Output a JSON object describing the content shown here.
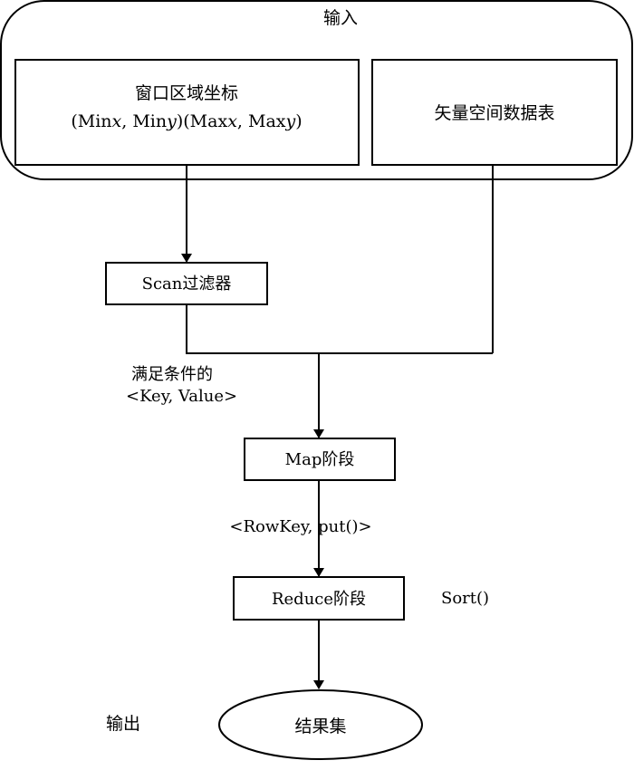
{
  "input_group": {
    "label": "输入"
  },
  "window_box": {
    "line1": "窗口区域坐标",
    "line2_parts": [
      "(Min",
      "x",
      ", Min",
      "y",
      ")(Max",
      "x",
      ", Max",
      "y",
      ")"
    ]
  },
  "table_box": {
    "label": "矢量空间数据表"
  },
  "scan_box": {
    "label": "Scan过滤器"
  },
  "filter_output": {
    "line1": "满足条件的",
    "line2": "<Key, Value>"
  },
  "map_box": {
    "label": "Map阶段"
  },
  "map_output": {
    "label": "<RowKey, put()>"
  },
  "reduce_box": {
    "label": "Reduce阶段"
  },
  "sort_note": {
    "label": "Sort()"
  },
  "output_label": {
    "label": "输出"
  },
  "result_ellipse": {
    "label": "结果集"
  }
}
